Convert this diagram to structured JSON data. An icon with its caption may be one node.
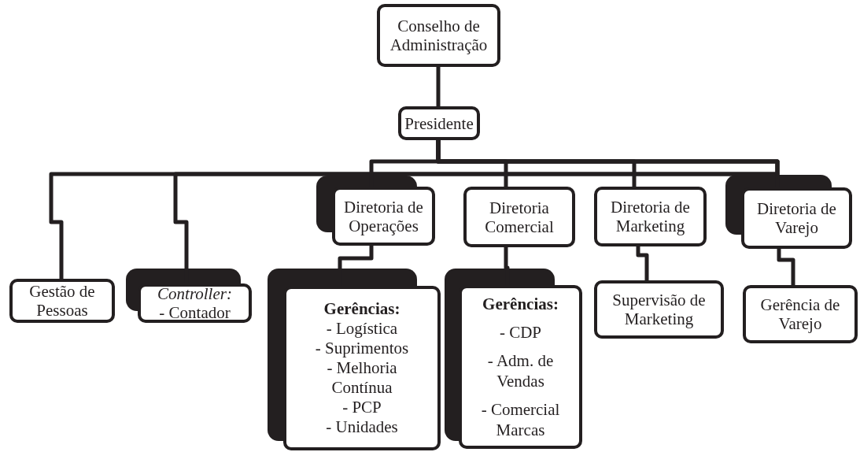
{
  "diagram": {
    "nodes": [
      {
        "text": [
          "Conselho de Administração"
        ]
      },
      {
        "text": [
          "Presidente"
        ]
      },
      {
        "text": [
          "Gestão de Pessoas"
        ]
      },
      {
        "text": [
          "Controller:",
          "- Contador"
        ]
      },
      {
        "text": [
          "Diretoria de Operações"
        ]
      },
      {
        "text": [
          "Diretoria Comercial"
        ]
      },
      {
        "text": [
          "Diretoria de Marketing"
        ]
      },
      {
        "text": [
          "Diretoria de Varejo"
        ]
      },
      {
        "text": [
          "Gerências:",
          "- Logística",
          "- Suprimentos",
          "- Melhoria Contínua",
          "- PCP",
          "- Unidades"
        ]
      },
      {
        "text": [
          "Gerências:",
          "- CDP",
          "- Adm. de Vendas",
          "- Comercial Marcas"
        ]
      },
      {
        "text": [
          "Supervisão de Marketing"
        ]
      },
      {
        "text": [
          "Gerência de Varejo"
        ]
      }
    ],
    "edges": [
      {
        "from": 0,
        "to": 1,
        "arrow": "none"
      },
      {
        "from": 1,
        "to": 2,
        "arrow": "none"
      },
      {
        "from": 1,
        "to": 3,
        "arrow": "none"
      },
      {
        "from": 1,
        "to": 4,
        "arrow": "none"
      },
      {
        "from": 1,
        "to": 5,
        "arrow": "none"
      },
      {
        "from": 1,
        "to": 6,
        "arrow": "none"
      },
      {
        "from": 1,
        "to": 7,
        "arrow": "none"
      },
      {
        "from": 4,
        "to": 8,
        "arrow": "none"
      },
      {
        "from": 5,
        "to": 9,
        "arrow": "none"
      },
      {
        "from": 6,
        "to": 10,
        "arrow": "none"
      },
      {
        "from": 7,
        "to": 11,
        "arrow": "none"
      }
    ]
  }
}
